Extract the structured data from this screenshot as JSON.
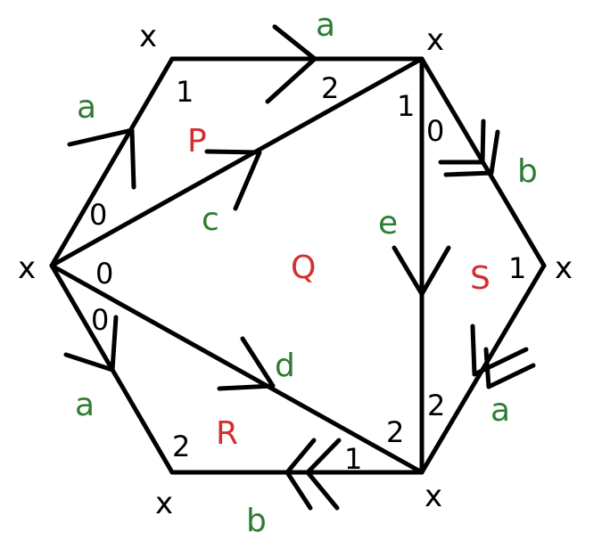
{
  "vertex_label": "x",
  "edge_labels": {
    "top": "a",
    "upper_left": "a",
    "lower_left": "a",
    "lower_right": "a",
    "upper_right": "b",
    "bottom": "b",
    "diagonal_top": "c",
    "diagonal_bottom": "d",
    "vertical": "e"
  },
  "face_labels": {
    "p": "P",
    "q": "Q",
    "r": "R",
    "s": "S"
  },
  "corner_numbers": {
    "top_left_1": "1",
    "top_right_2": "2",
    "top_right_1": "1",
    "top_right_0": "0",
    "left_0_upper": "0",
    "left_0_mid": "0",
    "left_0_lower": "0",
    "right_1": "1",
    "bottom_right_2_diag": "2",
    "bottom_right_2_vert": "2",
    "bottom_right_1": "1",
    "bottom_left_2": "2"
  }
}
